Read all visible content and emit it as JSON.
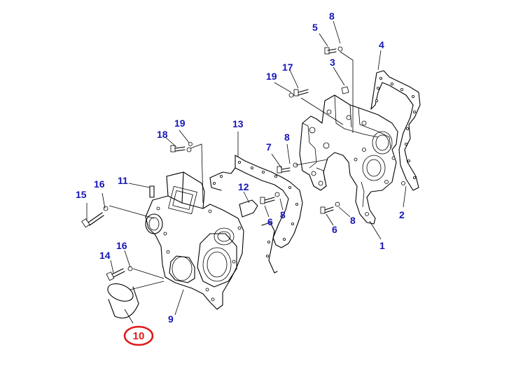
{
  "callouts": [
    {
      "id": "c8-top",
      "label": "8"
    },
    {
      "id": "c5",
      "label": "5"
    },
    {
      "id": "c4",
      "label": "4"
    },
    {
      "id": "c3",
      "label": "3"
    },
    {
      "id": "c17",
      "label": "17"
    },
    {
      "id": "c19-top",
      "label": "19"
    },
    {
      "id": "c19-mid",
      "label": "19"
    },
    {
      "id": "c18",
      "label": "18"
    },
    {
      "id": "c13",
      "label": "13"
    },
    {
      "id": "c8-mid",
      "label": "8"
    },
    {
      "id": "c7",
      "label": "7"
    },
    {
      "id": "c11",
      "label": "11"
    },
    {
      "id": "c16-top",
      "label": "16"
    },
    {
      "id": "c15",
      "label": "15"
    },
    {
      "id": "c12",
      "label": "12"
    },
    {
      "id": "c8-low",
      "label": "8"
    },
    {
      "id": "c6-mid",
      "label": "6"
    },
    {
      "id": "c2",
      "label": "2"
    },
    {
      "id": "c8-right",
      "label": "8"
    },
    {
      "id": "c6-right",
      "label": "6"
    },
    {
      "id": "c1",
      "label": "1"
    },
    {
      "id": "c16-bot",
      "label": "16"
    },
    {
      "id": "c14",
      "label": "14"
    },
    {
      "id": "c9",
      "label": "9"
    }
  ],
  "highlight": {
    "label": "10",
    "color": "#e01919"
  },
  "colors": {
    "callout": "#1515b8",
    "linework": "#000000",
    "background": "#ffffff"
  }
}
